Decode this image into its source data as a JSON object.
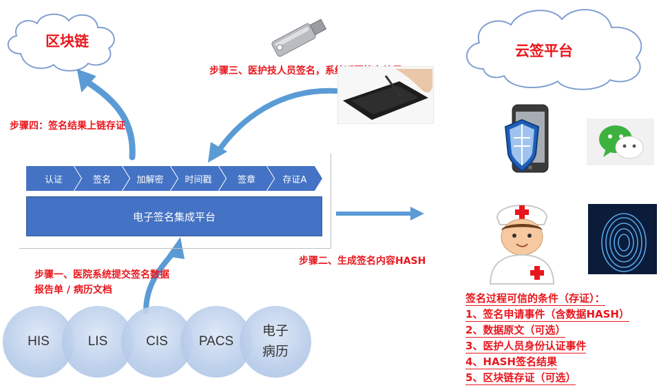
{
  "clouds": {
    "blockchain": "区块链",
    "cloud_sign": "云签平台"
  },
  "steps": {
    "step1_line1": "步骤一、医院系统提交签名数据",
    "step1_line2": "报告单 / 病历文档",
    "step2": "步骤二、生成签名内容HASH",
    "step3": "步骤三、医护技人员签名，系统返回签名结果",
    "step4": "步骤四：签名结果上链存证"
  },
  "chevrons": [
    "认证",
    "签名",
    "加解密",
    "时间戳",
    "签章",
    "存证A"
  ],
  "platform": "电子签名集成平台",
  "systems": [
    "HIS",
    "LIS",
    "CIS",
    "PACS",
    "电子\n病历"
  ],
  "conditions": {
    "title": "签名过程可信的条件（存证）：",
    "items": [
      "1、签名申请事件（含数据HASH）",
      "2、数据原文（可选）",
      "3、医护人员身份认证事件",
      "4、HASH签名结果",
      "5、区块链存证（可选）"
    ]
  },
  "colors": {
    "accent": "#4472c4",
    "text_red": "#e8161d",
    "arrow": "#5b9bd5",
    "circle": "#b9cdea"
  },
  "icons": [
    "usb-key-icon",
    "signature-tablet-icon",
    "phone-shield-icon",
    "wechat-icon",
    "doctor-icon",
    "fingerprint-icon"
  ]
}
